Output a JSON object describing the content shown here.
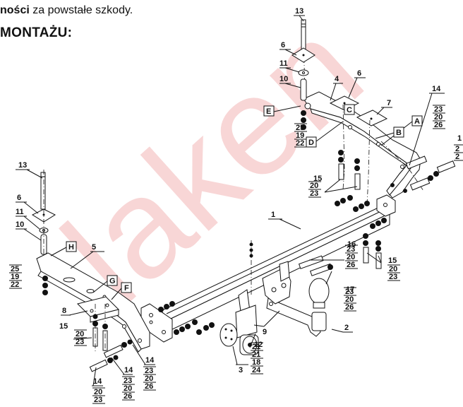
{
  "header": {
    "line1_bold": "ności",
    "line1_rest": " za powstałe szkody.",
    "line2": "MONTAŻU:"
  },
  "watermark": "laken",
  "letter_boxes": [
    "A",
    "B",
    "C",
    "D",
    "E",
    "F",
    "G",
    "H"
  ],
  "callouts": [
    {
      "id": "c13a",
      "label": "13"
    },
    {
      "id": "c6a",
      "label": "6"
    },
    {
      "id": "c11a",
      "label": "11"
    },
    {
      "id": "c10a",
      "label": "10"
    },
    {
      "id": "c4",
      "label": "4"
    },
    {
      "id": "c6b",
      "label": "6"
    },
    {
      "id": "c7",
      "label": "7"
    },
    {
      "id": "c14a",
      "label": "14"
    },
    {
      "id": "c1a",
      "label": "1"
    },
    {
      "id": "c13b",
      "label": "13"
    },
    {
      "id": "c6c",
      "label": "6"
    },
    {
      "id": "c11b",
      "label": "11"
    },
    {
      "id": "c10b",
      "label": "10"
    },
    {
      "id": "c5",
      "label": "5"
    },
    {
      "id": "c1b",
      "label": "1"
    },
    {
      "id": "c8",
      "label": "8"
    },
    {
      "id": "c16",
      "label": "16"
    },
    {
      "id": "c15a",
      "label": "15"
    },
    {
      "id": "c15b",
      "label": "15"
    },
    {
      "id": "c15c",
      "label": "15"
    },
    {
      "id": "c17",
      "label": "17"
    },
    {
      "id": "c9",
      "label": "9"
    },
    {
      "id": "c12",
      "label": "12"
    },
    {
      "id": "c2",
      "label": "2"
    },
    {
      "id": "c3",
      "label": "3"
    },
    {
      "id": "c14b",
      "label": "14"
    },
    {
      "id": "c14c",
      "label": "14"
    },
    {
      "id": "c14d",
      "label": "14"
    }
  ],
  "stacks": [
    {
      "id": "s1",
      "items": [
        "25",
        "19",
        "22"
      ]
    },
    {
      "id": "s2",
      "items": [
        "23",
        "20",
        "26"
      ]
    },
    {
      "id": "s3",
      "items": [
        "2",
        "2"
      ]
    },
    {
      "id": "s4",
      "items": [
        "20",
        "23"
      ]
    },
    {
      "id": "s5",
      "items": [
        "25",
        "19",
        "22"
      ]
    },
    {
      "id": "s6",
      "items": [
        "23",
        "20",
        "26"
      ]
    },
    {
      "id": "s7",
      "items": [
        "20",
        "23"
      ]
    },
    {
      "id": "s8",
      "items": [
        "20",
        "23"
      ]
    },
    {
      "id": "s9",
      "items": [
        "23",
        "20",
        "26"
      ]
    },
    {
      "id": "s10",
      "items": [
        "21",
        "21",
        "18",
        "24"
      ]
    },
    {
      "id": "s11",
      "items": [
        "23",
        "20",
        "26"
      ]
    },
    {
      "id": "s12",
      "items": [
        "23",
        "20",
        "26"
      ]
    },
    {
      "id": "s13",
      "items": [
        "20",
        "23"
      ]
    }
  ]
}
